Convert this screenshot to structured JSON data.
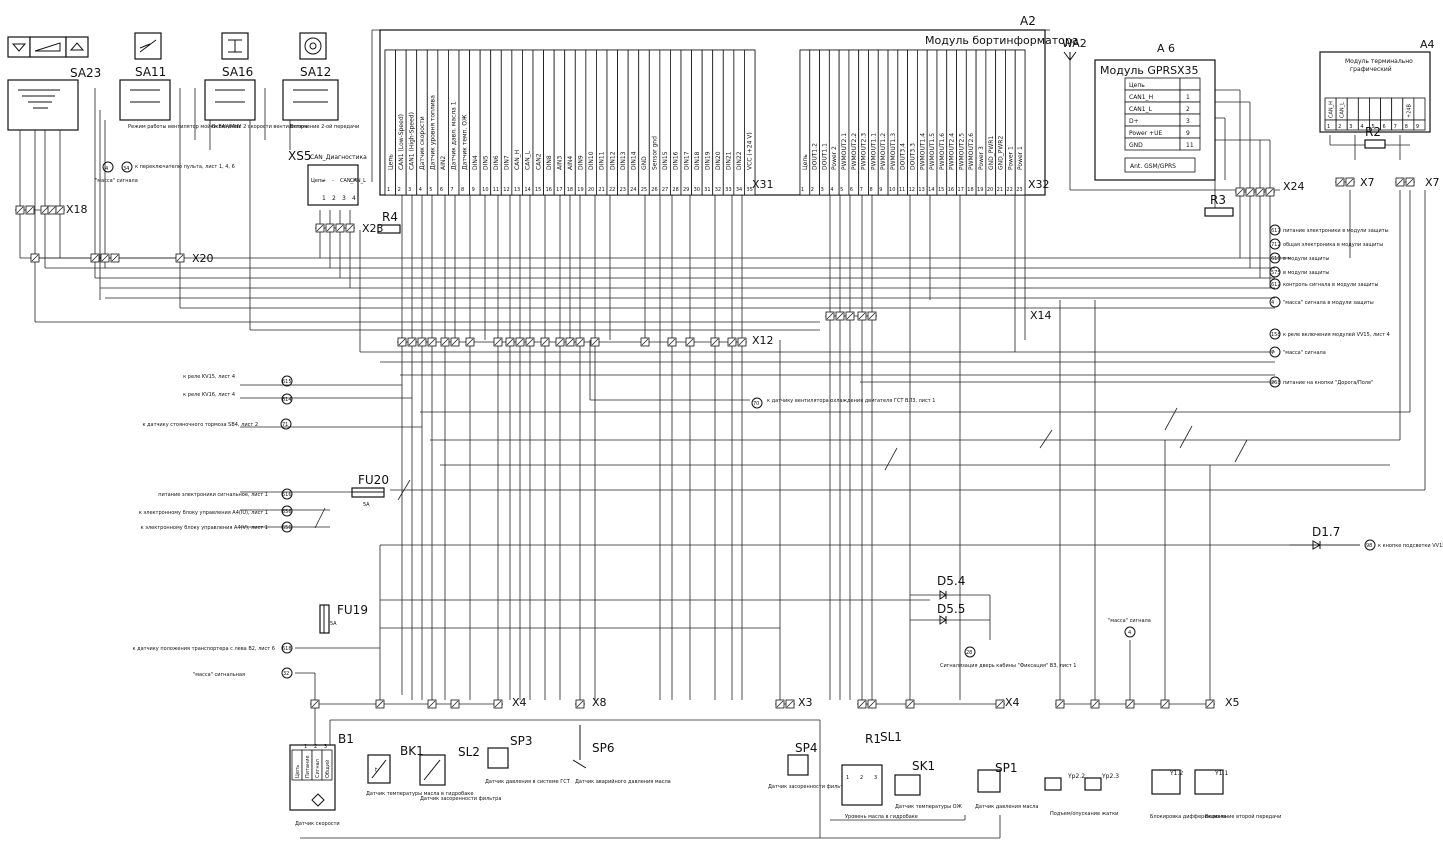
{
  "components": {
    "sa23": "SA23",
    "sa11": "SA11",
    "sa16": "SA16",
    "sa12": "SA12",
    "xs5": "XS5",
    "xs5_sub": "CAN_Диагностика",
    "a2": "A2",
    "a2_title": "Модуль бортинформатора",
    "wa2": "WA2",
    "a6": "А 6",
    "a6_title": "Модуль GPRS",
    "x35": "X35",
    "a4": "A4",
    "a4_title_1": "Модуль терминально",
    "a4_title_2": "графический",
    "r2": "R2",
    "r3": "R3",
    "r4": "R4",
    "fu20": "FU20",
    "fu20_rating": "5A",
    "fu19": "FU19",
    "fu19_rating": "5A",
    "d17": "D1.7",
    "d54": "D5.4",
    "d55": "D5.5",
    "b1": "B1",
    "bk1": "BK1",
    "sl2": "SL2",
    "sp3": "SP3",
    "sp6": "SP6",
    "sp4": "SP4",
    "r1": "R1",
    "sl1": "SL1",
    "sk1": "SK1",
    "sp1": "SP1",
    "yp22": "Yp2.2",
    "yp23": "Yp2.3",
    "y12": "Y1.2",
    "y11": "Y1.1"
  },
  "connectors": {
    "x18": "X18",
    "x20": "X20",
    "x23": "X23",
    "x31": "X31",
    "x32": "X32",
    "x24": "X24",
    "x7a": "X7",
    "x7b": "X7",
    "x14": "X14",
    "x12": "X12",
    "x4a": "X4",
    "x8": "X8",
    "x3": "X3",
    "x4b": "X4",
    "x5": "X5"
  },
  "a6_rows": [
    {
      "name": "Цепь",
      "pin": ""
    },
    {
      "name": "CAN1_H",
      "pin": "1"
    },
    {
      "name": "CAN1_L",
      "pin": "2"
    },
    {
      "name": "D+",
      "pin": "3"
    },
    {
      "name": "Power +UE",
      "pin": "9"
    },
    {
      "name": "GND",
      "pin": "11"
    }
  ],
  "a6_antenna": "Ant. GSM/GPRS",
  "xs5_pins": [
    {
      "name": "Цепь",
      "pin": ""
    },
    {
      "name": "+",
      "pin": "1"
    },
    {
      "name": "-",
      "pin": "2"
    },
    {
      "name": "CAN_H",
      "pin": "3"
    },
    {
      "name": "CAN_L",
      "pin": "4"
    }
  ],
  "x31_pins": [
    "Цепь",
    "CAN1 (Low-Speed)",
    "CAN1 (High-Speed)",
    "Датчик скорости",
    "Датчик уровня топлива",
    "AIN2",
    "Датчик давл. масла 1",
    "Датчик темп. ОЖ",
    "DIN4",
    "DIN5",
    "DIN6",
    "DIN7",
    "CAN_H",
    "CAN_L",
    "CAN2",
    "DIN8",
    "AIN3",
    "AIN4",
    "DIN9",
    "DIN10",
    "DIN11",
    "DIN12",
    "DIN13",
    "DIN14",
    "GND",
    "Sensor gnd",
    "DIN15",
    "DIN16",
    "DIN17",
    "DIN18",
    "DIN19",
    "DIN20",
    "DIN21",
    "DIN22",
    "VCC (+24 V)"
  ],
  "x31_numbers": [
    "1",
    "2",
    "3",
    "4",
    "5",
    "6",
    "7",
    "8",
    "9",
    "10",
    "11",
    "12",
    "13",
    "14",
    "15",
    "16",
    "17",
    "18",
    "19",
    "20",
    "21",
    "22",
    "23",
    "24",
    "25",
    "26",
    "27",
    "28",
    "29",
    "30",
    "31",
    "32",
    "33",
    "34",
    "35"
  ],
  "x32_pins": [
    "Цепь",
    "DOUT1.2",
    "DOUT1.1",
    "Power 2",
    "PWMOUT2.1",
    "PWMOUT2.2",
    "PWMOUT2.3",
    "PWMOUT1.1",
    "PWMOUT1.2",
    "PWMOUT1.3",
    "DOUT3.4",
    "DOUT3.3",
    "PWMOUT1.4",
    "PWMOUT1.5",
    "PWMOUT1.6",
    "PWMOUT2.4",
    "PWMOUT2.5",
    "PWMOUT2.6",
    "Power 3",
    "GND_PWR1",
    "GND_PWR2",
    "Power 1",
    "Power 1"
  ],
  "x32_numbers": [
    "1",
    "2",
    "3",
    "4",
    "5",
    "6",
    "7",
    "8",
    "9",
    "10",
    "11",
    "12",
    "13",
    "14",
    "15",
    "16",
    "17",
    "18",
    "19",
    "20",
    "21",
    "22",
    "23"
  ],
  "a4_pins": [
    "CAN_H",
    "CAN_L",
    "",
    "",
    "",
    "",
    "",
    "+24В"
  ],
  "a4_numbers": [
    "1",
    "2",
    "3",
    "4",
    "5",
    "6",
    "7",
    "8",
    "9"
  ],
  "left_refs": [
    {
      "text": "к реле KV15, лист 4",
      "num": "615"
    },
    {
      "text": "к реле KV16, лист 4",
      "num": "614"
    },
    {
      "text": "к датчику стояночного тормоза SB4, лист 2",
      "num": "71"
    },
    {
      "text": "питание электроники сигнальное, лист 1",
      "num": "616"
    },
    {
      "text": "к электронному блоку управления A4(IU), лист 1",
      "num": "656"
    },
    {
      "text": "к электронному блоку управления A4(V), лист 1",
      "num": "656"
    },
    {
      "text": "к датчику положения транспортера с лева B2, лист 6",
      "num": "618"
    },
    {
      "text": "\"масса\" сигнальная",
      "num": "32"
    }
  ],
  "right_refs": [
    {
      "text": "питание электроники в модули защиты",
      "num": "617"
    },
    {
      "text": "общая электроника в модули защиты",
      "num": "712"
    },
    {
      "text": "в модули защиты",
      "num": "616"
    },
    {
      "text": "в модули защиты",
      "num": "575"
    },
    {
      "text": "контроль сигнала в модули защиты",
      "num": "612"
    },
    {
      "text": "\"масса\" сигнала в модули защиты",
      "num": "4"
    },
    {
      "text": "к реле включения модулей VV15, лист 4",
      "num": "158"
    },
    {
      "text": "\"масса\" сигнала",
      "num": "7"
    },
    {
      "text": "питание на кнопки \"Дорога/Поле\"",
      "num": "268"
    },
    {
      "text": "к кнопке подсветки VV15, лист 4",
      "num": "98"
    }
  ],
  "mass_labels": [
    {
      "text": "\"масса\" сигнала",
      "num": "4"
    },
    {
      "text": "к переключателю пульта, лист 1, 4, 6",
      "num": "34"
    }
  ],
  "mid_ref": {
    "text": "к датчику вентилятора охлаждения двигателя ГСТ ВЛ3, лист 1",
    "num": "70"
  },
  "d55_ref": {
    "text": "Сигнализация дверь кабины \"Фиксация\" ВЗ, лист 1",
    "num": "28"
  },
  "x5_mass": {
    "text": "\"масса\" сигнала",
    "num": "4"
  },
  "switch_descs": {
    "sa11": "Режим работы вентилятор мойки ВАУ/МНУ",
    "sa16": "Включение 2 скорости вентилятора",
    "sa12": "Включение 2-ой передачи"
  },
  "bottom_descs": {
    "b1": "Датчик скорости",
    "bk1": "Датчик температуры масла в гидробаке",
    "sl2": "Датчик засоренности фильтра",
    "sp3": "Датчик давления в системе ГСТ",
    "sp6": "Датчик аварийного давления масла",
    "sp4": "Датчик засоренности фильтра",
    "sl1": "Уровень масла в гидробаке",
    "sk1": "Датчик температуры ОЖ",
    "sp1": "Датчик давления масла",
    "yp2": "Подъем/опускание жатки",
    "y12": "Блокировка дифференциала",
    "y11": "Включение второй передачи"
  },
  "b1_cells": [
    "Цепь",
    "Питание",
    "Сигнал",
    "Общий"
  ],
  "b1_pins": [
    "1",
    "2",
    "3"
  ],
  "sl1_pins": [
    "1",
    "2",
    "3"
  ],
  "x5_top": "\"масса\" сигнала"
}
